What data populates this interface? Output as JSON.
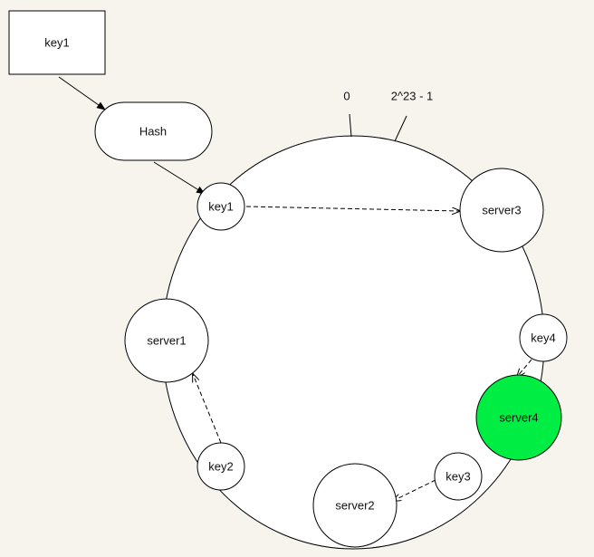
{
  "input_box": {
    "label": "key1"
  },
  "hash_node": {
    "label": "Hash"
  },
  "ring_labels": {
    "start": "0",
    "end": "2^23 - 1"
  },
  "servers": [
    {
      "label": "server1"
    },
    {
      "label": "server2"
    },
    {
      "label": "server3"
    },
    {
      "label": "server4",
      "color": "#00ee44"
    }
  ],
  "keys": [
    {
      "label": "key1"
    },
    {
      "label": "key2"
    },
    {
      "label": "key3"
    },
    {
      "label": "key4"
    }
  ]
}
